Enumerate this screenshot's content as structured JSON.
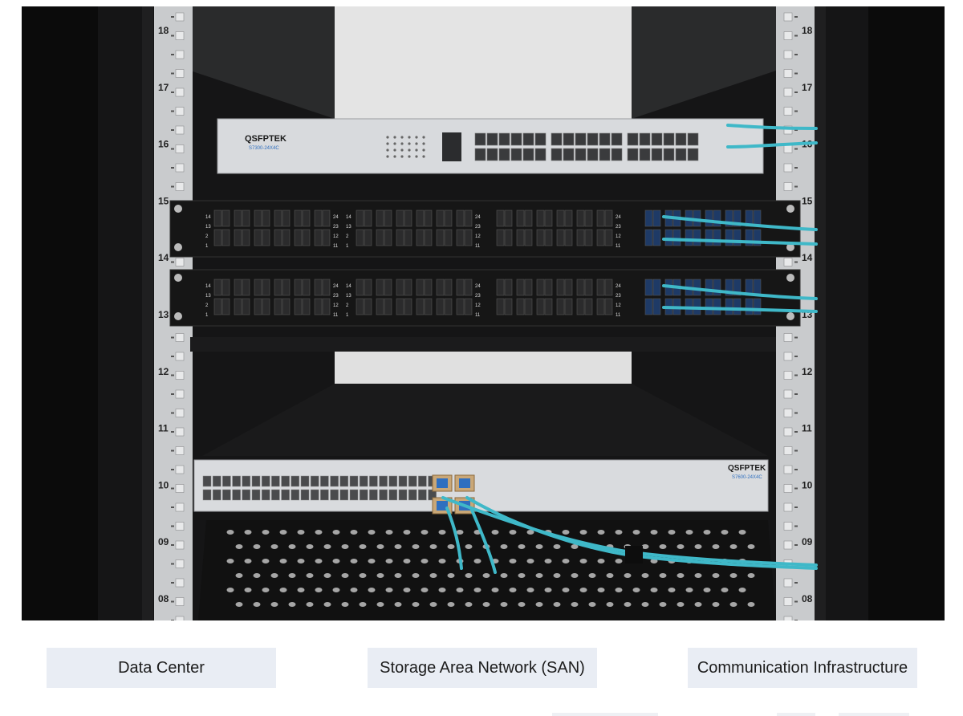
{
  "photo": {
    "rack_units": [
      "18",
      "17",
      "16",
      "15",
      "14",
      "13",
      "12",
      "11",
      "10",
      "09",
      "08"
    ],
    "switch_top": {
      "brand": "QSFPTEK",
      "model": "S7300-24X4C"
    },
    "switch_bottom": {
      "brand": "QSFPTEK",
      "model": "S7600-24X4C"
    },
    "panel_labels": {
      "left_top": [
        "14",
        "13",
        "2",
        "1"
      ],
      "right_top": [
        "24",
        "23",
        "12",
        "11"
      ]
    },
    "colors": {
      "rack_frame": "#1a1a1a",
      "rail": "#c8cacc",
      "fiber": "#3fb8c8",
      "switch_body": "#d9dbde",
      "patch_panel": "#151515",
      "connector_blue": "#2f6fbf"
    }
  },
  "tags": [
    {
      "label": "Data Center"
    },
    {
      "label": "Storage Area Network (SAN)"
    },
    {
      "label": "Communication Infrastructure"
    }
  ]
}
